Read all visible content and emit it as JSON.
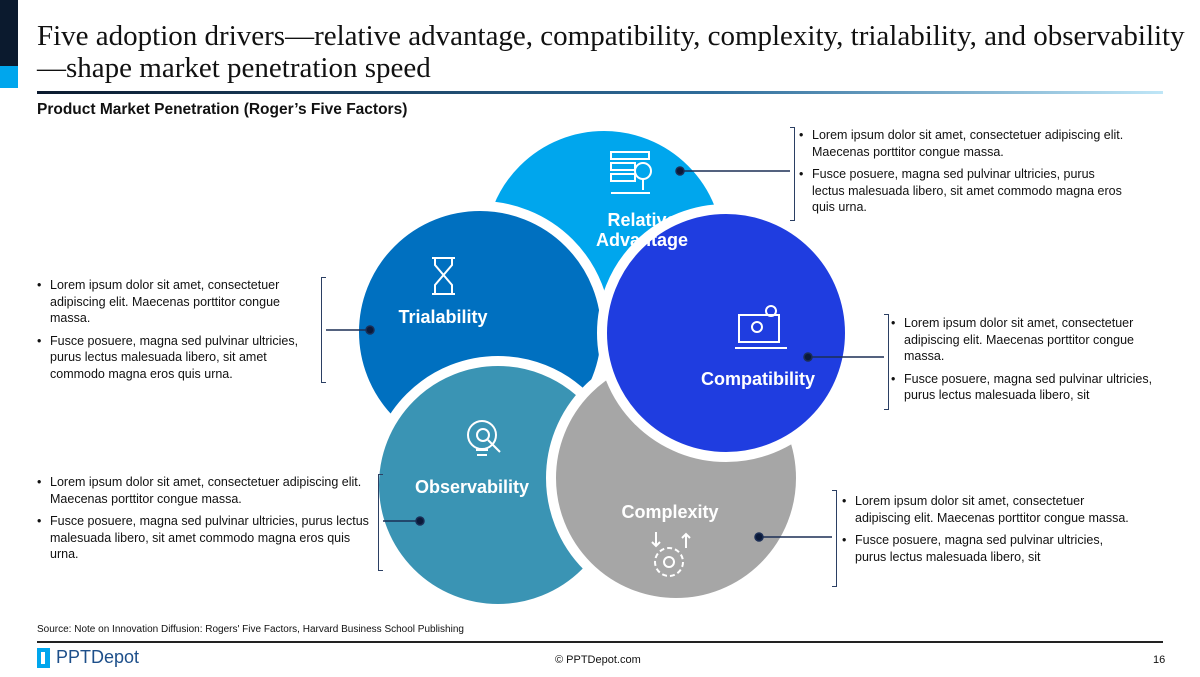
{
  "header": {
    "title": "Five adoption drivers—relative advantage, compatibility, complexity, trialability, and observability—shape market penetration speed",
    "subtitle": "Product Market Penetration (Roger’s Five Factors)"
  },
  "colors": {
    "relative": "#00a6ed",
    "trialability": "#0070c0",
    "compatibility": "#1f3de0",
    "observability": "#3a94b4",
    "complexity": "#a6a6a6"
  },
  "factors": {
    "relative": {
      "label1": "Relative",
      "label2": "Advantage",
      "icon": "server-search-icon",
      "notes": [
        "Lorem ipsum dolor sit amet, consectetuer adipiscing elit. Maecenas porttitor congue massa.",
        "Fusce posuere, magna sed pulvinar ultricies, purus lectus malesuada libero, sit amet commodo magna eros quis urna."
      ]
    },
    "trialability": {
      "label": "Trialability",
      "icon": "hourglass-icon",
      "notes": [
        "Lorem ipsum dolor sit amet, consectetuer adipiscing elit. Maecenas porttitor congue massa.",
        "Fusce posuere, magna sed pulvinar ultricies, purus lectus malesuada libero, sit amet commodo magna eros quis urna."
      ]
    },
    "compatibility": {
      "label": "Compatibility",
      "icon": "laptop-gears-icon",
      "notes": [
        "Lorem ipsum dolor sit amet, consectetuer adipiscing elit. Maecenas porttitor congue massa.",
        "Fusce posuere, magna sed pulvinar ultricies, purus lectus malesuada libero, sit"
      ]
    },
    "observability": {
      "label": "Observability",
      "icon": "lightbulb-search-icon",
      "notes": [
        "Lorem ipsum dolor sit amet, consectetuer adipiscing elit. Maecenas porttitor congue massa.",
        "Fusce posuere, magna sed pulvinar ultricies, purus lectus malesuada libero, sit amet commodo magna eros quis urna."
      ]
    },
    "complexity": {
      "label": "Complexity",
      "icon": "gear-arrows-icon",
      "notes": [
        "Lorem ipsum dolor sit amet, consectetuer adipiscing elit. Maecenas porttitor congue massa.",
        "Fusce posuere, magna sed pulvinar ultricies, purus lectus malesuada libero, sit"
      ]
    }
  },
  "footer": {
    "source": "Source: Note on Innovation Diffusion: Rogers' Five Factors, Harvard Business School Publishing",
    "logo": "PPTDepot",
    "copyright": "© PPTDepot.com",
    "page": "16"
  }
}
